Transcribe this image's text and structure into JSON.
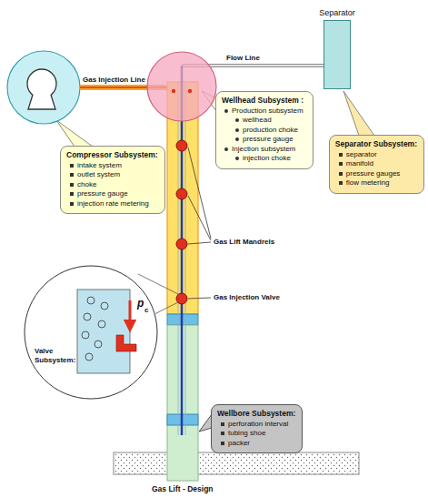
{
  "diagram": {
    "caption": "Gas Lift - Design",
    "nodes": [
      {
        "text": [
          "Separator"
        ]
      },
      {
        "text": [
          "Wellhead Subsystem :",
          "Production subsystem",
          "wellhead",
          "production choke",
          "pressure gauge",
          "Injection subsystem",
          "injection choke"
        ]
      },
      {
        "text": [
          "Separator Subsystem:",
          "separator",
          "manifold",
          "pressure gauges",
          "flow metering"
        ]
      },
      {
        "text": [
          "Compressor Subsystem:",
          "intake system",
          "outlet system",
          "choke",
          "pressure gauge",
          "injection rate metering"
        ]
      },
      {
        "text": [
          "Valve Subsystem:"
        ]
      },
      {
        "text": [
          "Wellbore Subsystem:",
          "perforation interval",
          "tubing shoe",
          "packer"
        ]
      }
    ],
    "labels": [
      "Flow Line",
      "Gas Injection Line",
      "Gas Lift Mandrels",
      "Gas Injection Valve",
      "p",
      "c"
    ]
  }
}
